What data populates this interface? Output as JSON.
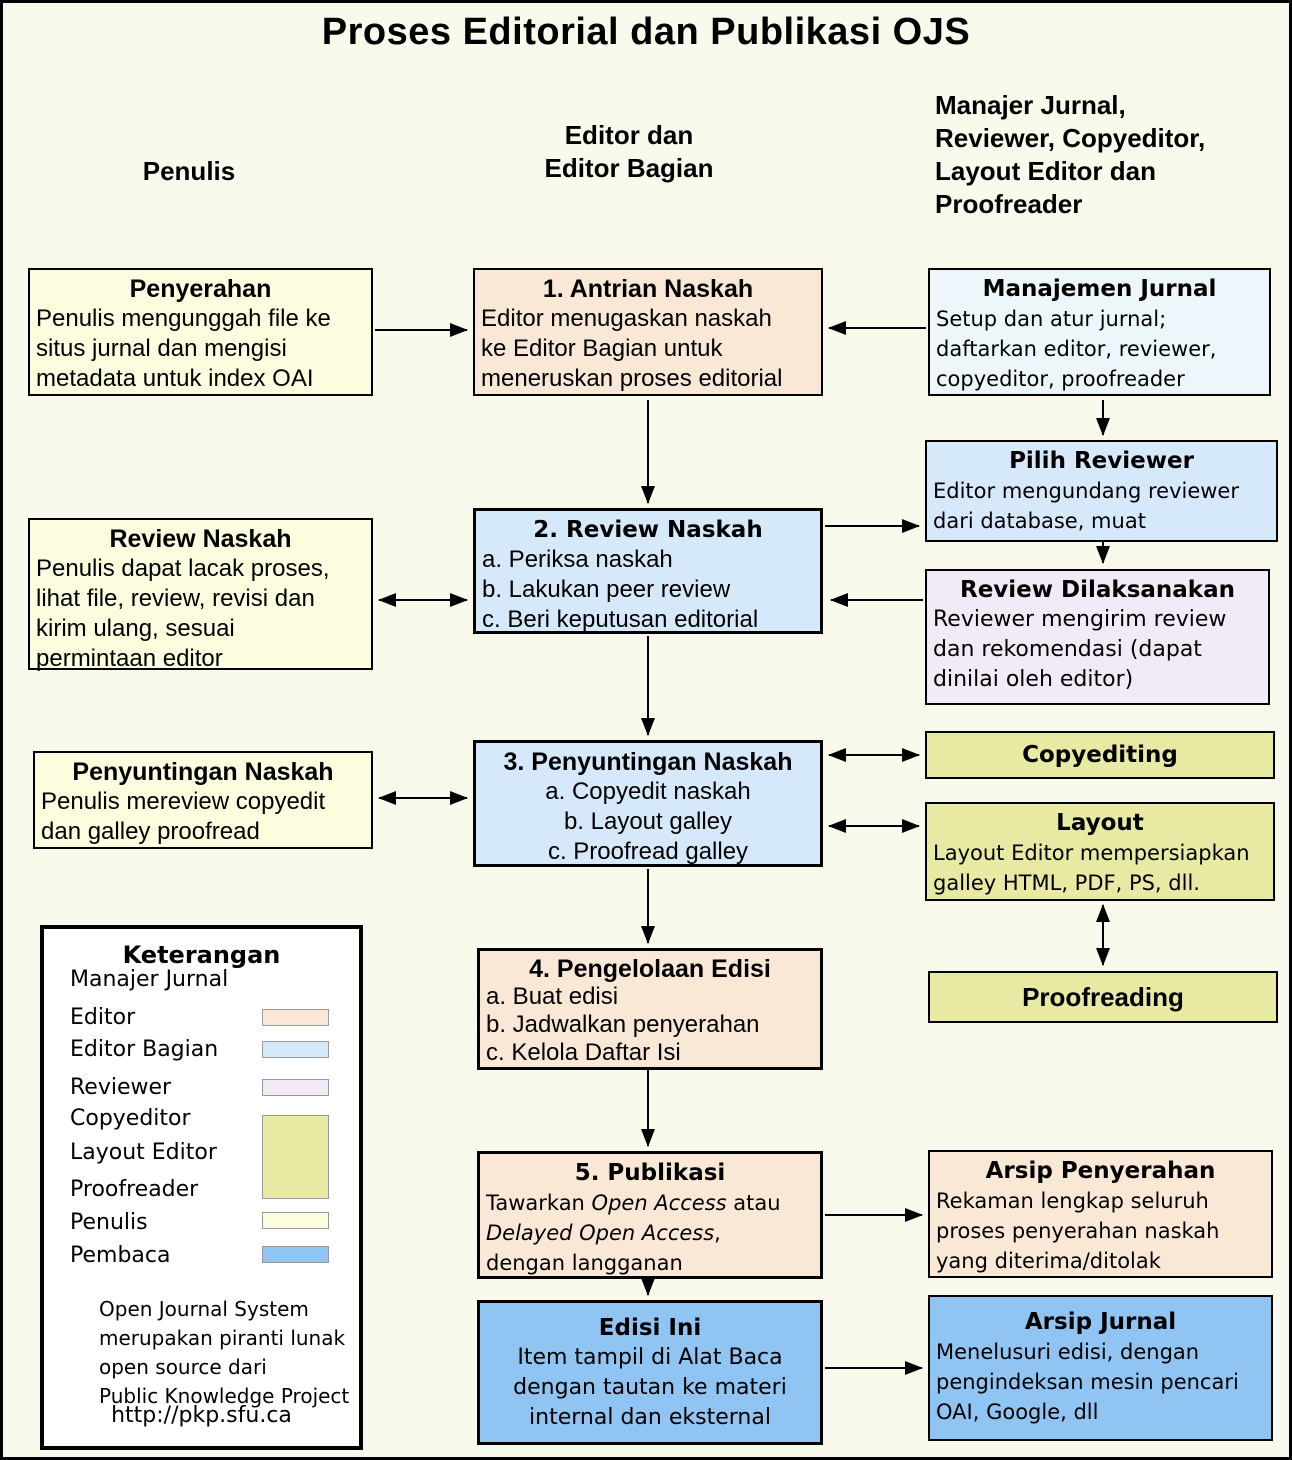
{
  "title": "Proses Editorial dan Publikasi OJS",
  "columns": {
    "penulis": "Penulis",
    "editor": "Editor dan\nEditor Bagian",
    "manajer": "Manajer Jurnal,\nReviewer, Copyeditor,\nLayout Editor dan\nProofreader"
  },
  "boxes": {
    "penyerahan": {
      "title": "Penyerahan",
      "body": "Penulis mengunggah file ke\nsitus jurnal dan mengisi\nmetadata untuk index OAI"
    },
    "antrian_naskah": {
      "title": "1. Antrian Naskah",
      "body": "Editor menugaskan naskah\nke Editor Bagian untuk\nmeneruskan proses editorial"
    },
    "manajemen_jurnal": {
      "title": "Manajemen Jurnal",
      "body": "Setup dan atur jurnal;\ndaftarkan editor, reviewer,\ncopyeditor, proofreader"
    },
    "pilih_reviewer": {
      "title": "Pilih Reviewer",
      "body": "Editor mengundang reviewer\ndari database, muat"
    },
    "review_naskah_penulis": {
      "title": "Review Naskah",
      "body": "Penulis dapat lacak proses,\nlihat file, review, revisi dan\nkirim ulang, sesuai\npermintaan editor"
    },
    "review_naskah": {
      "title": "2. Review Naskah",
      "body": "a. Periksa naskah\nb. Lakukan peer review\nc. Beri keputusan editorial"
    },
    "review_dilaksanakan": {
      "title": "Review Dilaksanakan",
      "body": "Reviewer mengirim review\ndan rekomendasi (dapat\ndinilai oleh editor)"
    },
    "penyuntingan_naskah_penulis": {
      "title": "Penyuntingan Naskah",
      "body": "Penulis mereview copyedit\ndan galley proofread"
    },
    "penyuntingan_naskah": {
      "title": "3. Penyuntingan Naskah",
      "body": "a. Copyedit naskah\nb. Layout galley\nc. Proofread galley"
    },
    "copyediting": {
      "title": "Copyediting"
    },
    "layout": {
      "title": "Layout",
      "body": "Layout Editor mempersiapkan\ngalley HTML, PDF, PS, dll."
    },
    "pengelolaan_edisi": {
      "title": "4. Pengelolaan Edisi",
      "body": "a. Buat edisi\nb. Jadwalkan penyerahan\nc. Kelola Daftar Isi"
    },
    "proofreading": {
      "title": "Proofreading"
    },
    "publikasi": {
      "title": "5. Publikasi",
      "body_segments": [
        {
          "t": "Tawarkan "
        },
        {
          "t": "Open Access",
          "i": true
        },
        {
          "t": " atau\n"
        },
        {
          "t": "Delayed Open Access",
          "i": true
        },
        {
          "t": ",\ndengan langganan"
        }
      ]
    },
    "arsip_penyerahan": {
      "title": "Arsip Penyerahan",
      "body": "Rekaman lengkap seluruh\nproses penyerahan naskah\nyang diterima/ditolak"
    },
    "edisi_ini": {
      "title": "Edisi Ini",
      "body": "Item tampil di Alat Baca\ndengan tautan ke materi\ninternal dan eksternal"
    },
    "arsip_jurnal": {
      "title": "Arsip Jurnal",
      "body": "Menelusuri edisi, dengan\npengindeksan mesin pencari\nOAI, Google, dll"
    }
  },
  "legend": {
    "title": "Keterangan",
    "items": [
      {
        "label": "Manajer Jurnal"
      },
      {
        "label": "Editor"
      },
      {
        "label": "Editor Bagian"
      },
      {
        "label": "Reviewer"
      },
      {
        "label": "Copyeditor"
      },
      {
        "label": "Layout Editor"
      },
      {
        "label": "Proofreader"
      },
      {
        "label": "Penulis"
      },
      {
        "label": "Pembaca"
      }
    ],
    "footer": "Open Journal System\nmerupakan piranti lunak\nopen source dari\nPublic Knowledge Project",
    "url": "http://pkp.sfu.ca"
  },
  "colors": {
    "background": "#FAFAEC",
    "editor": "#FAE8D7",
    "editor_bagian": "#D6E9FA",
    "manajer_jurnal": "#EDF6FA",
    "reviewer": "#F3EAF8",
    "copyeditor_group": "#E8E9A2",
    "penulis": "#FCFCDF",
    "pembaca": "#90C4F2",
    "legend_bg": "#FFFFFF"
  }
}
